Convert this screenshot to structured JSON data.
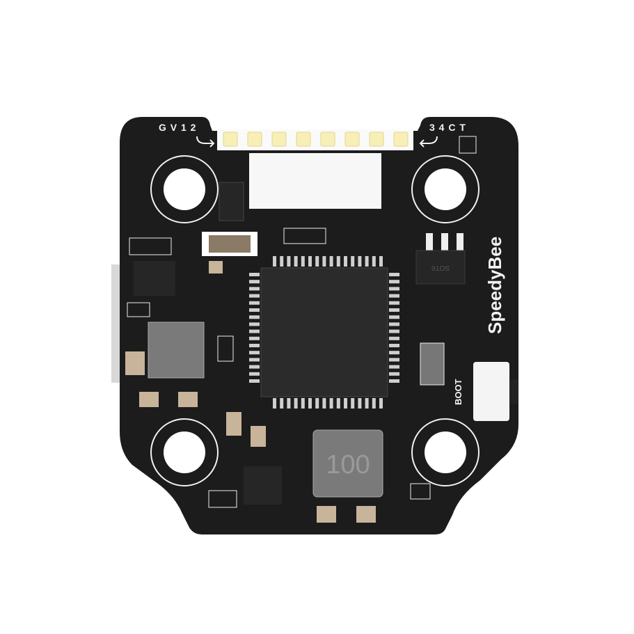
{
  "board": {
    "brand": "SpeedyBee",
    "left_pad_label": "G V 1 2",
    "right_pad_label": "3 4 C T",
    "boot_label": "BOOT",
    "inductor_marking": "100",
    "regulator_marking": "SOT6"
  },
  "colors": {
    "pcb": "#1c1c1c",
    "silkscreen": "#f2f2f2",
    "pad_gold": "#f7efb5",
    "inductor": "#7a7a7a",
    "chip": "#2b2b2b"
  }
}
